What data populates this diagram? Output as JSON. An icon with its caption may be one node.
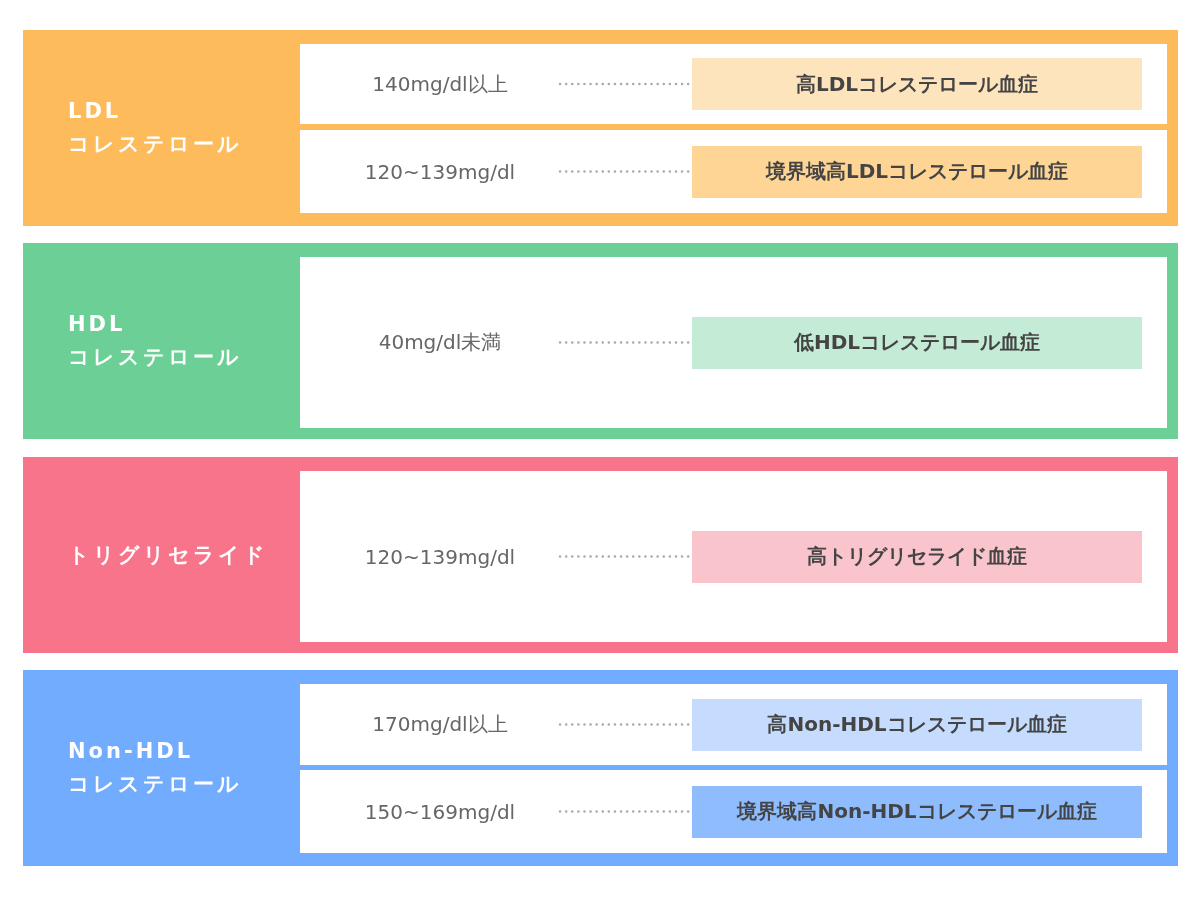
{
  "diagram": {
    "nodes": [
      {
        "text": [
          "LDL コレステロール"
        ]
      },
      {
        "text": [],
        "shape": "box",
        "in": 0
      },
      {
        "text": [
          "140mg/dl以上"
        ],
        "in": 1
      },
      {
        "text": [
          "高LDLコレステロール血症"
        ],
        "in": 1
      },
      {
        "text": [],
        "shape": "box",
        "in": 0
      },
      {
        "text": [
          "120~139mg/dl"
        ],
        "in": 4
      },
      {
        "text": [
          "境界域高LDLコレステロール血症"
        ],
        "in": 4
      },
      {
        "text": [
          "HDL コレステロール"
        ]
      },
      {
        "text": [],
        "shape": "box",
        "in": 7
      },
      {
        "text": [
          "40mg/dl未満"
        ],
        "in": 8
      },
      {
        "text": [
          "低HDLコレステロール血症"
        ],
        "in": 8
      },
      {
        "text": [
          "トリグリセライド"
        ]
      },
      {
        "text": [],
        "shape": "box",
        "in": 11
      },
      {
        "text": [
          "120~139mg/dl"
        ],
        "in": 12
      },
      {
        "text": [
          "高トリグリセライド血症"
        ],
        "in": 12
      },
      {
        "text": [
          "Non-HDL コレステロール"
        ]
      },
      {
        "text": [],
        "shape": "box",
        "in": 15
      },
      {
        "text": [
          "170mg/dl以上"
        ],
        "in": 16
      },
      {
        "text": [
          "高Non-HDLコレステロール血症"
        ],
        "in": 16
      },
      {
        "text": [],
        "shape": "box",
        "in": 15
      },
      {
        "text": [
          "150~169mg/dl"
        ],
        "in": 19
      },
      {
        "text": [
          "境界域高Non-HDLコレステロール血症"
        ],
        "in": 19
      }
    ],
    "edges": [
      {
        "from": 2,
        "to": 3,
        "arrow": "none",
        "style": "dashed"
      },
      {
        "from": 5,
        "to": 6,
        "arrow": "none",
        "style": "dashed"
      },
      {
        "from": 9,
        "to": 10,
        "arrow": "none",
        "style": "dashed"
      },
      {
        "from": 13,
        "to": 14,
        "arrow": "none",
        "style": "dashed"
      },
      {
        "from": 17,
        "to": 18,
        "arrow": "none",
        "style": "dashed"
      },
      {
        "from": 20,
        "to": 21,
        "arrow": "none",
        "style": "dashed"
      }
    ]
  }
}
